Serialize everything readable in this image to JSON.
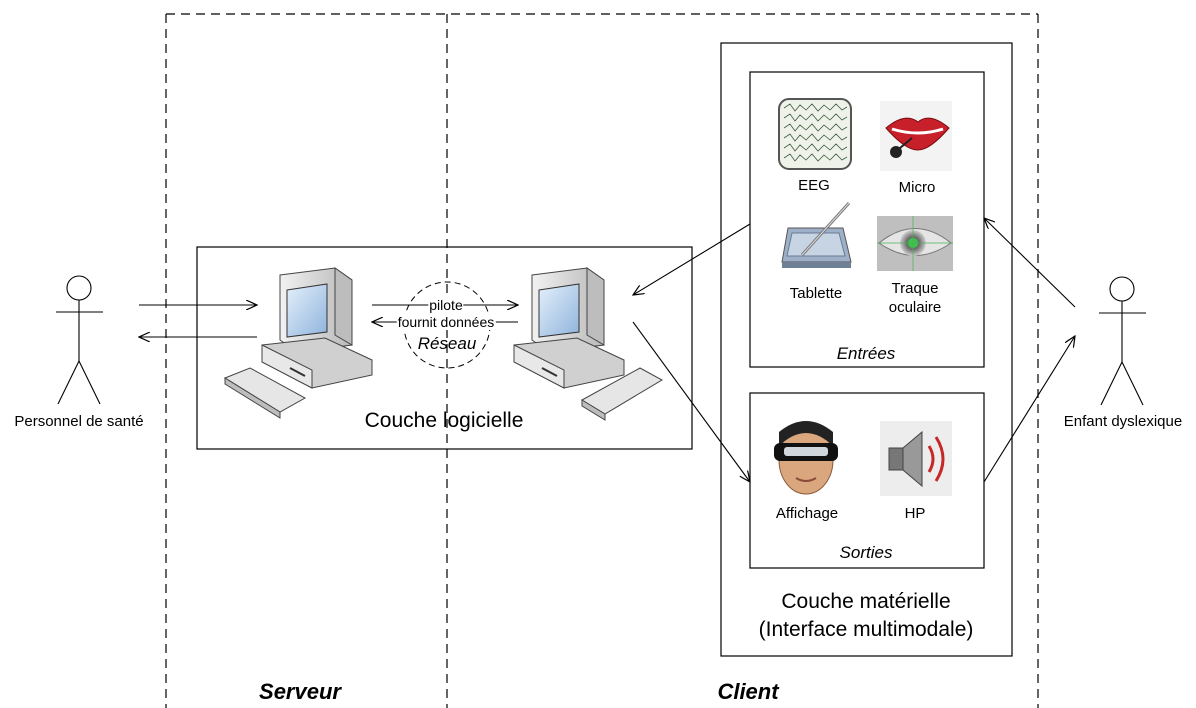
{
  "regions": {
    "server_label": "Serveur",
    "client_label": "Client"
  },
  "actors": {
    "health_staff": "Personnel de santé",
    "dyslexic_child": "Enfant dyslexique"
  },
  "software_layer": {
    "title": "Couche logicielle",
    "network": {
      "label": "Réseau",
      "forward_arrow_label": "pilote",
      "backward_arrow_label": "fournit données"
    }
  },
  "hardware_layer": {
    "title_line1": "Couche matérielle",
    "title_line2": "(Interface multimodale)",
    "inputs": {
      "title": "Entrées",
      "devices": [
        {
          "label": "EEG",
          "icon": "eeg-icon"
        },
        {
          "label": "Micro",
          "icon": "microphone-icon"
        },
        {
          "label": "Tablette",
          "icon": "tablet-icon"
        },
        {
          "label_line1": "Traque",
          "label_line2": "oculaire",
          "icon": "eye-tracker-icon"
        }
      ]
    },
    "outputs": {
      "title": "Sorties",
      "devices": [
        {
          "label": "Affichage",
          "icon": "headset-display-icon"
        },
        {
          "label": "HP",
          "icon": "speaker-icon"
        }
      ]
    }
  },
  "colors": {
    "line": "#000000",
    "screen": "#a9c7e8",
    "computer_body": "#d9d9d9"
  }
}
